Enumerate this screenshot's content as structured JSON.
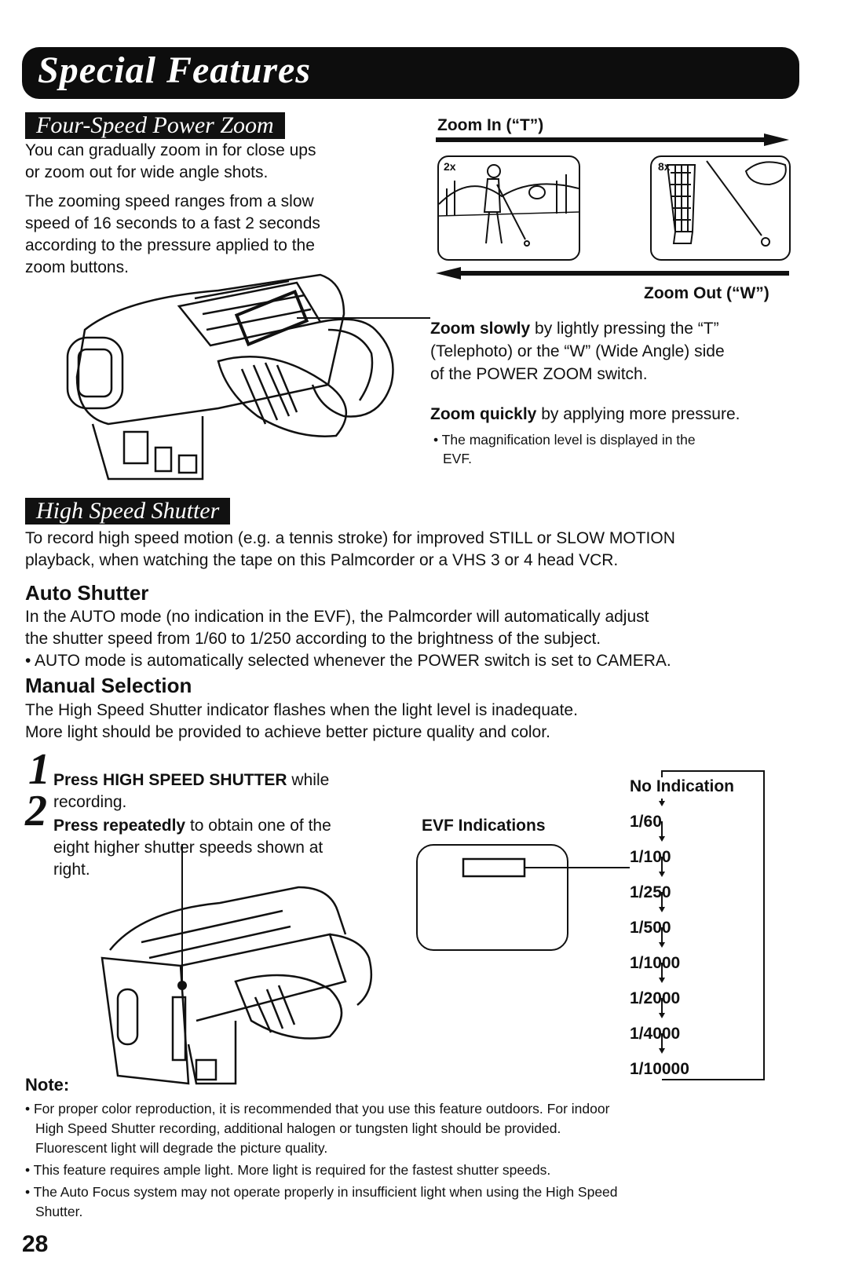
{
  "banner": {
    "title": "Special Features"
  },
  "zoom_section": {
    "heading": "Four-Speed Power Zoom",
    "para1_line1": "You can gradually zoom in for close ups",
    "para1_line2": "or zoom out for wide angle shots.",
    "para2_line1": "The zooming speed ranges from a slow",
    "para2_line2": "speed of 16 seconds to a fast 2 seconds",
    "para2_line3": "according to the pressure applied to the",
    "para2_line4": "zoom buttons.",
    "zoom_in_label": "Zoom In (“T”)",
    "zoom_out_label": "Zoom Out (“W”)",
    "frame1_badge": "2x",
    "frame2_badge": "8x",
    "slow_bold": "Zoom slowly",
    "slow_rest1": " by lightly pressing the “T”",
    "slow_line2": "(Telephoto) or the “W” (Wide Angle) side",
    "slow_line3": "of the POWER ZOOM switch.",
    "quick_bold": "Zoom quickly",
    "quick_rest": " by applying more pressure.",
    "quick_note1": "• The magnification level is displayed in the",
    "quick_note2": "EVF."
  },
  "shutter_section": {
    "heading": "High Speed Shutter",
    "intro_line1": "To record high speed motion (e.g. a tennis stroke) for improved STILL or SLOW MOTION",
    "intro_line2": "playback, when watching the tape on this Palmcorder or a VHS 3 or 4 head VCR.",
    "auto_heading": "Auto Shutter",
    "auto_line1": "In the AUTO mode (no indication in the EVF), the Palmcorder will automatically adjust",
    "auto_line2": "the shutter speed from 1/60 to 1/250 according to the brightness of the subject.",
    "auto_line3": "• AUTO mode is automatically selected whenever the POWER switch is set to CAMERA.",
    "manual_heading": "Manual Selection",
    "manual_line1": "The High Speed Shutter indicator flashes when the light level is inadequate.",
    "manual_line2": "More light should be provided to achieve better picture quality and color.",
    "step1_num": "1",
    "step1_bold": "Press HIGH SPEED SHUTTER",
    "step1_rest": " while",
    "step1_line2": "recording.",
    "step2_num": "2",
    "step2_bold": "Press repeatedly",
    "step2_rest": " to obtain one of the",
    "step2_line2": "eight higher shutter speeds shown at",
    "step2_line3": "right.",
    "evf_label": "EVF Indications",
    "speeds": [
      "No Indication",
      "1/60",
      "1/100",
      "1/250",
      "1/500",
      "1/1000",
      "1/2000",
      "1/4000",
      "1/10000"
    ]
  },
  "note": {
    "label": "Note:",
    "n1_line1": "• For proper color reproduction, it is recommended that you use this feature outdoors. For indoor",
    "n1_line2": "High Speed Shutter recording, additional halogen or tungsten light should be provided.",
    "n1_line3": "Fluorescent light will degrade the picture quality.",
    "n2": "• This feature requires ample light. More light is required for the fastest shutter speeds.",
    "n3_line1": "• The Auto Focus system may not operate properly in insufficient light when using the High Speed",
    "n3_line2": "Shutter."
  },
  "page_number": "28"
}
